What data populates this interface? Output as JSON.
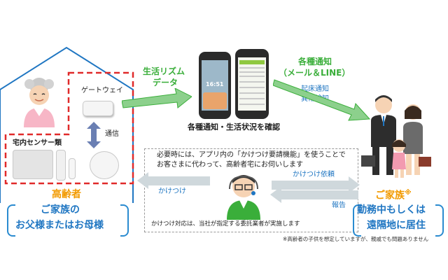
{
  "house": {
    "gateway_label": "ゲートウェイ",
    "comm_label": "通信",
    "sensor_label": "宅内センサー類",
    "elderly_title": "高齢者",
    "elderly_line1": "ご家族の",
    "elderly_line2": "お父様またはお母様"
  },
  "left_arrow": {
    "line1": "生活リズム",
    "line2": "データ"
  },
  "phones": {
    "time": "16:51",
    "caption": "各種通知・生活状況を確認"
  },
  "right_arrow": {
    "line1": "各種通知",
    "line2": "（メール＆LINE）",
    "item1": "起床通知",
    "item2": "異常検知"
  },
  "callcenter": {
    "note1": "必要時には、アプリ内の「かけつけ要請機能」を使うことで",
    "note2": "お客さまに代わって、高齢者宅にお伺いします",
    "kaketsuke": "かけつけ",
    "request": "かけつけ依頼",
    "report": "報告",
    "footnote": "かけつけ対応は、当社が指定する委託業者が実施します"
  },
  "family": {
    "title": "ご家族",
    "title_mark": "※",
    "line1": "勤務中もしくは",
    "line2": "遠隔地に居住"
  },
  "bottom_note": "※高齢者の子供を想定していますが、親戚でも問題ありません",
  "colors": {
    "orange": "#f29a00",
    "blue": "#1f76c2",
    "green": "#3aae3a",
    "red": "#e02a2a",
    "gray": "#666666"
  }
}
